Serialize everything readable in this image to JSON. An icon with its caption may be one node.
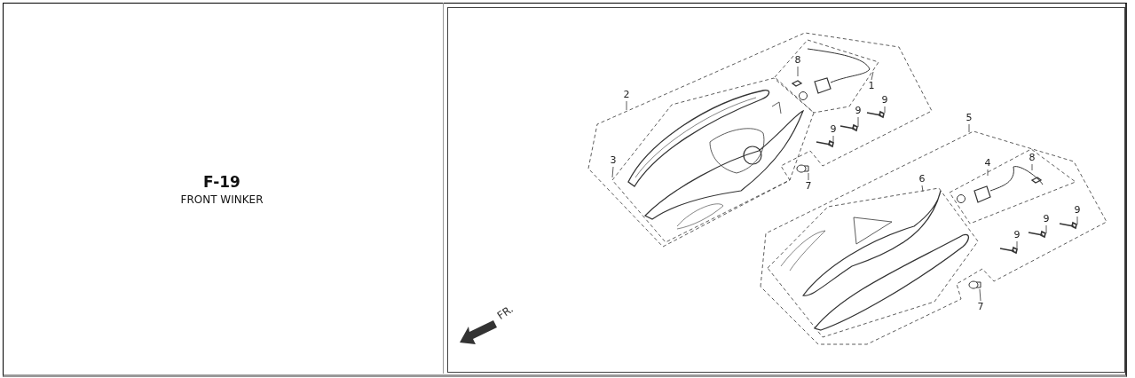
{
  "diagram": {
    "title": "F-19",
    "caption": "FRONT WINKER",
    "nodes": [
      {
        "text": [
          "8"
        ]
      },
      {
        "text": [
          "1"
        ]
      },
      {
        "text": [
          "2"
        ]
      },
      {
        "text": [
          "9"
        ]
      },
      {
        "text": [
          "9"
        ]
      },
      {
        "text": [
          "5"
        ]
      },
      {
        "text": [
          "9"
        ]
      },
      {
        "text": [
          "8"
        ]
      },
      {
        "text": [
          "3"
        ]
      },
      {
        "text": [
          "4"
        ]
      },
      {
        "text": [
          "6"
        ]
      },
      {
        "text": [
          "7"
        ]
      },
      {
        "text": [
          "9"
        ]
      },
      {
        "text": [
          "9"
        ]
      },
      {
        "text": [
          "9"
        ]
      },
      {
        "text": [
          "7"
        ]
      }
    ],
    "edges": [
      {
        "from": 0,
        "to": null,
        "arrow": "none"
      },
      {
        "from": 1,
        "to": null,
        "arrow": "none"
      },
      {
        "from": 2,
        "to": null,
        "arrow": "none"
      },
      {
        "from": 3,
        "to": null,
        "arrow": "none"
      },
      {
        "from": 4,
        "to": null,
        "arrow": "none"
      },
      {
        "from": 5,
        "to": null,
        "arrow": "none"
      },
      {
        "from": 6,
        "to": null,
        "arrow": "none"
      },
      {
        "from": 7,
        "to": null,
        "arrow": "none"
      },
      {
        "from": 8,
        "to": null,
        "arrow": "none"
      },
      {
        "from": 9,
        "to": null,
        "arrow": "none"
      },
      {
        "from": 10,
        "to": null,
        "arrow": "none"
      },
      {
        "from": 11,
        "to": null,
        "arrow": "none"
      },
      {
        "from": 12,
        "to": null,
        "arrow": "none"
      },
      {
        "from": 13,
        "to": null,
        "arrow": "none"
      },
      {
        "from": 14,
        "to": null,
        "arrow": "none"
      },
      {
        "from": 15,
        "to": null,
        "arrow": "none"
      }
    ],
    "labels": [
      "FR."
    ]
  }
}
